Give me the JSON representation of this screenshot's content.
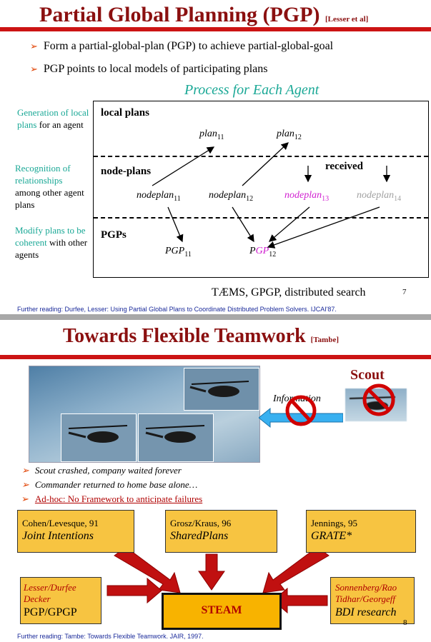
{
  "slide1": {
    "title": "Partial Global Planning (PGP)",
    "citation": "[Lesser et al]",
    "bullets": [
      "Form a partial-global-plan (PGP) to achieve partial-global-goal",
      "PGP points to local models of participating plans"
    ],
    "diagram_title": "Process for Each Agent",
    "left_labels": [
      {
        "teal": "Generation of local plans",
        "black": "for an agent"
      },
      {
        "teal": "Recognition of relationships",
        "black": "among other agent plans"
      },
      {
        "teal": "Modify plans to be coherent",
        "black": "with other agents"
      }
    ],
    "sections": {
      "local": "local plans",
      "node": "node-plans",
      "pgps": "PGPs",
      "received": "received"
    },
    "nodes": {
      "plan11": "plan",
      "plan11_sub": "11",
      "plan12": "plan",
      "plan12_sub": "12",
      "np11": "nodeplan",
      "np11_sub": "11",
      "np12": "nodeplan",
      "np12_sub": "12",
      "np13": "nodeplan",
      "np13_sub": "13",
      "np14": "nodeplan",
      "np14_sub": "14",
      "pgp11": "PGP",
      "pgp11_sub": "11",
      "pgp12_a": "P",
      "pgp12_b": "GP",
      "pgp12_sub": "12"
    },
    "footer_text": "TÆMS, GPGP, distributed search",
    "page_number": "7",
    "further_reading": "Further reading: Durfee, Lesser: Using Partial Global Plans to Coordinate Distributed Problem Solvers. IJCAI'87."
  },
  "slide2": {
    "title": "Towards Flexible Teamwork",
    "citation": "[Tambe]",
    "scout_label": "Scout",
    "information_label": "Information",
    "bullets": [
      "Scout crashed, company waited forever",
      "Commander returned to home base alone…",
      "Ad-hoc: No Framework to anticipate failures"
    ],
    "boxes": {
      "cohen_a": "Cohen/Levesque, 91",
      "cohen_b": "Joint Intentions",
      "grosz_a": "Grosz/Kraus, 96",
      "grosz_b": "SharedPlans",
      "jennings_a": "Jennings, 95",
      "jennings_b": "GRATE*",
      "lesser_a1": "Lesser/Durfee",
      "lesser_a2": "Decker",
      "lesser_b": "PGP/GPGP",
      "sonnen_a1": "Sonnenberg/Rao",
      "sonnen_a2": "Tidhar/Georgeff",
      "sonnen_b": "BDI research",
      "steam": "STEAM"
    },
    "page_number": "8",
    "further_reading": "Further reading: Tambe: Towards Flexible Teamwork. JAIR, 1997."
  },
  "colors": {
    "title_red": "#8b1010",
    "bar_red": "#cc1414",
    "teal": "#1aa896",
    "magenta": "#d020d0",
    "gray_node": "#a0a0a0",
    "box_yellow": "#f7c441",
    "arrow_red": "#c01010"
  }
}
